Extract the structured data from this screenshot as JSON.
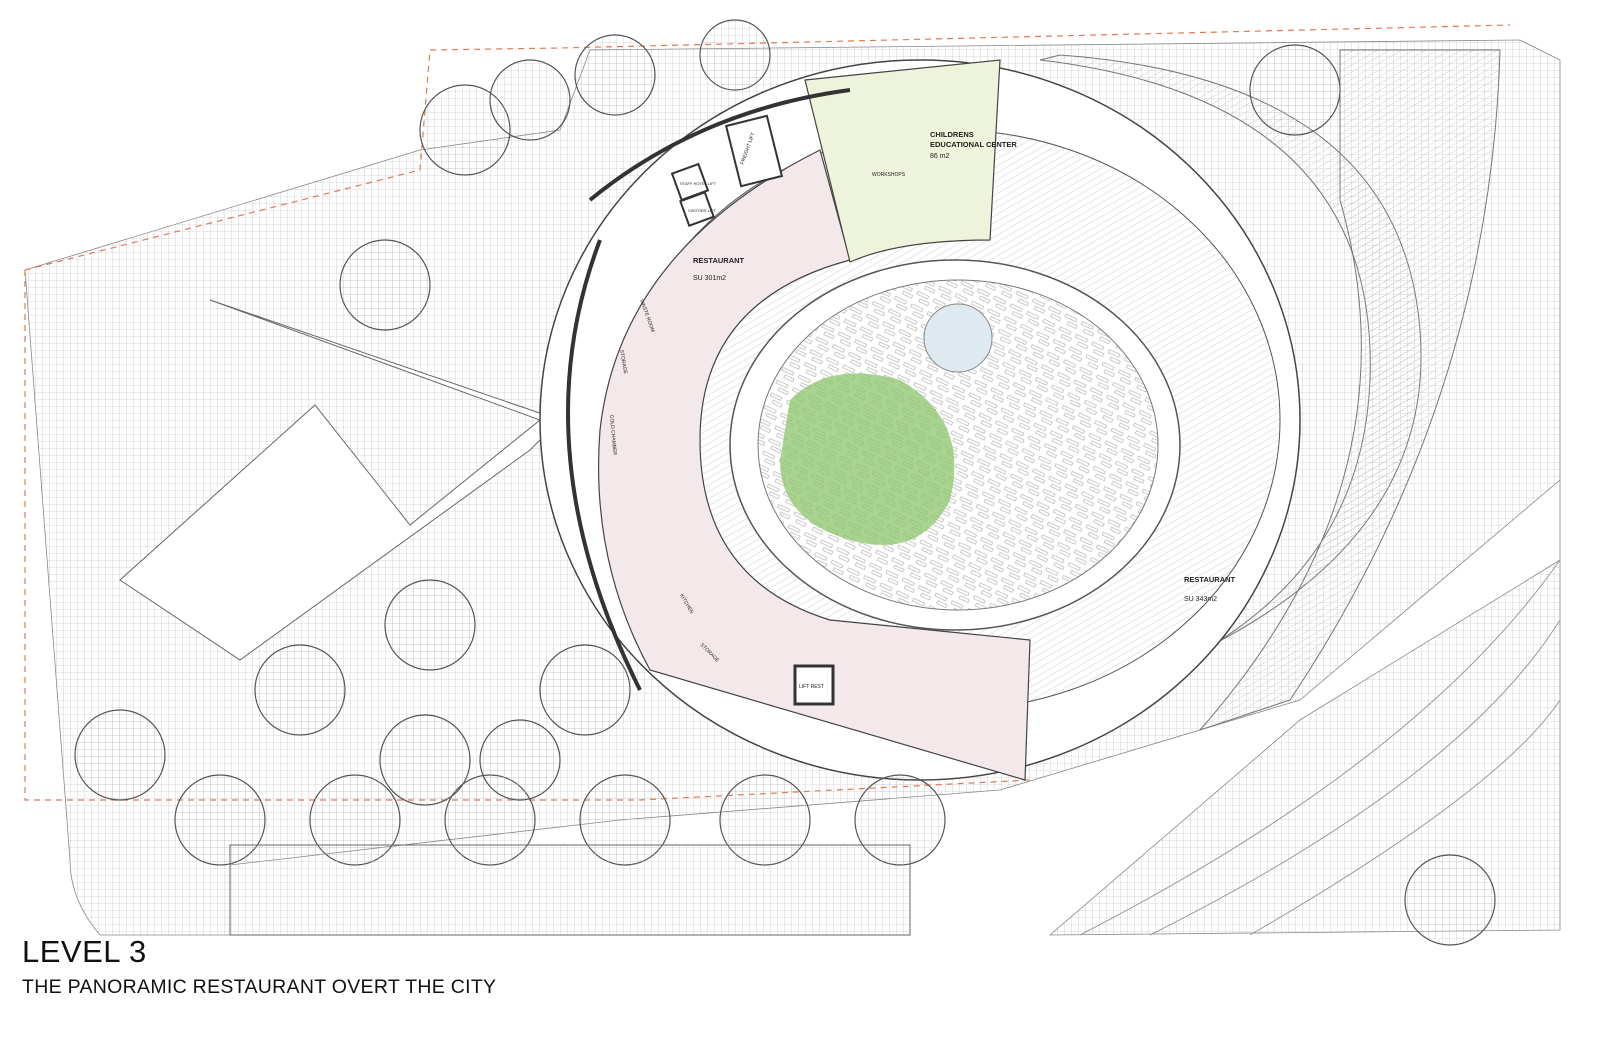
{
  "title": "LEVEL 3",
  "subtitle": "THE PANORAMIC RESTAURANT OVERT THE CITY",
  "rooms": {
    "restaurant_west": {
      "name": "RESTAURANT",
      "area": "SU 301m2"
    },
    "restaurant_east": {
      "name": "RESTAURANT",
      "area": "SU 343m2"
    },
    "children": {
      "name_line1": "CHILDRENS",
      "name_line2": "EDUCATIONAL CENTER",
      "area": "86 m2"
    },
    "workshops": "WORKSHOPS",
    "freight_lift": "FREIGHT LIFT",
    "staff_lift": "STAFF HOTEL LIFT",
    "visitors_lift": "VISITORS LIFT",
    "waste_room": "WASTE ROOM",
    "storage_1": "STORAGE",
    "cold_chamber": "COLD CHAMBER",
    "kitchen": "KITCHEN",
    "storage_2": "STORAGE",
    "lift_rest": "LIFT REST"
  },
  "colors": {
    "restaurant_fill": "#f4e9ea",
    "children_fill": "#eef3dc",
    "garden_green": "#8cc66a",
    "pool_blue": "#dfeaf0",
    "site_boundary": "#e07a4f",
    "hatch": "#9a9a9a"
  }
}
